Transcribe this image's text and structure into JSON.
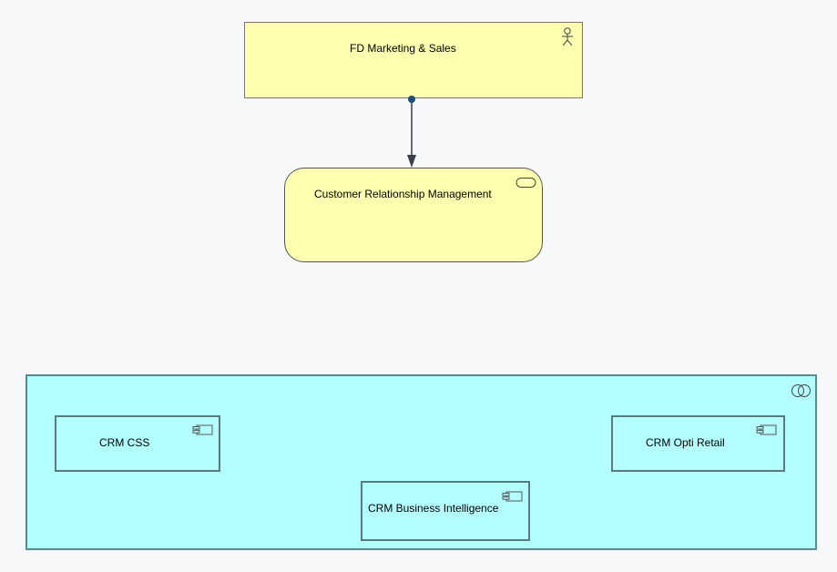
{
  "diagram": {
    "actor": {
      "label": "FD Marketing & Sales",
      "icon": "actor-icon"
    },
    "service": {
      "label": "Customer Relationship Management",
      "icon": "service-icon"
    },
    "collaboration": {
      "icon": "collaboration-icon",
      "components": [
        {
          "label": "CRM CSS",
          "icon": "component-icon"
        },
        {
          "label": "CRM Opti Retail",
          "icon": "component-icon"
        },
        {
          "label": "CRM Business Intelligence",
          "icon": "component-icon"
        }
      ]
    }
  },
  "colors": {
    "business": "#ffffb0",
    "application": "#b3ffff",
    "edge": "#3a3f4a",
    "edge_dot": "#1f4f7a"
  }
}
